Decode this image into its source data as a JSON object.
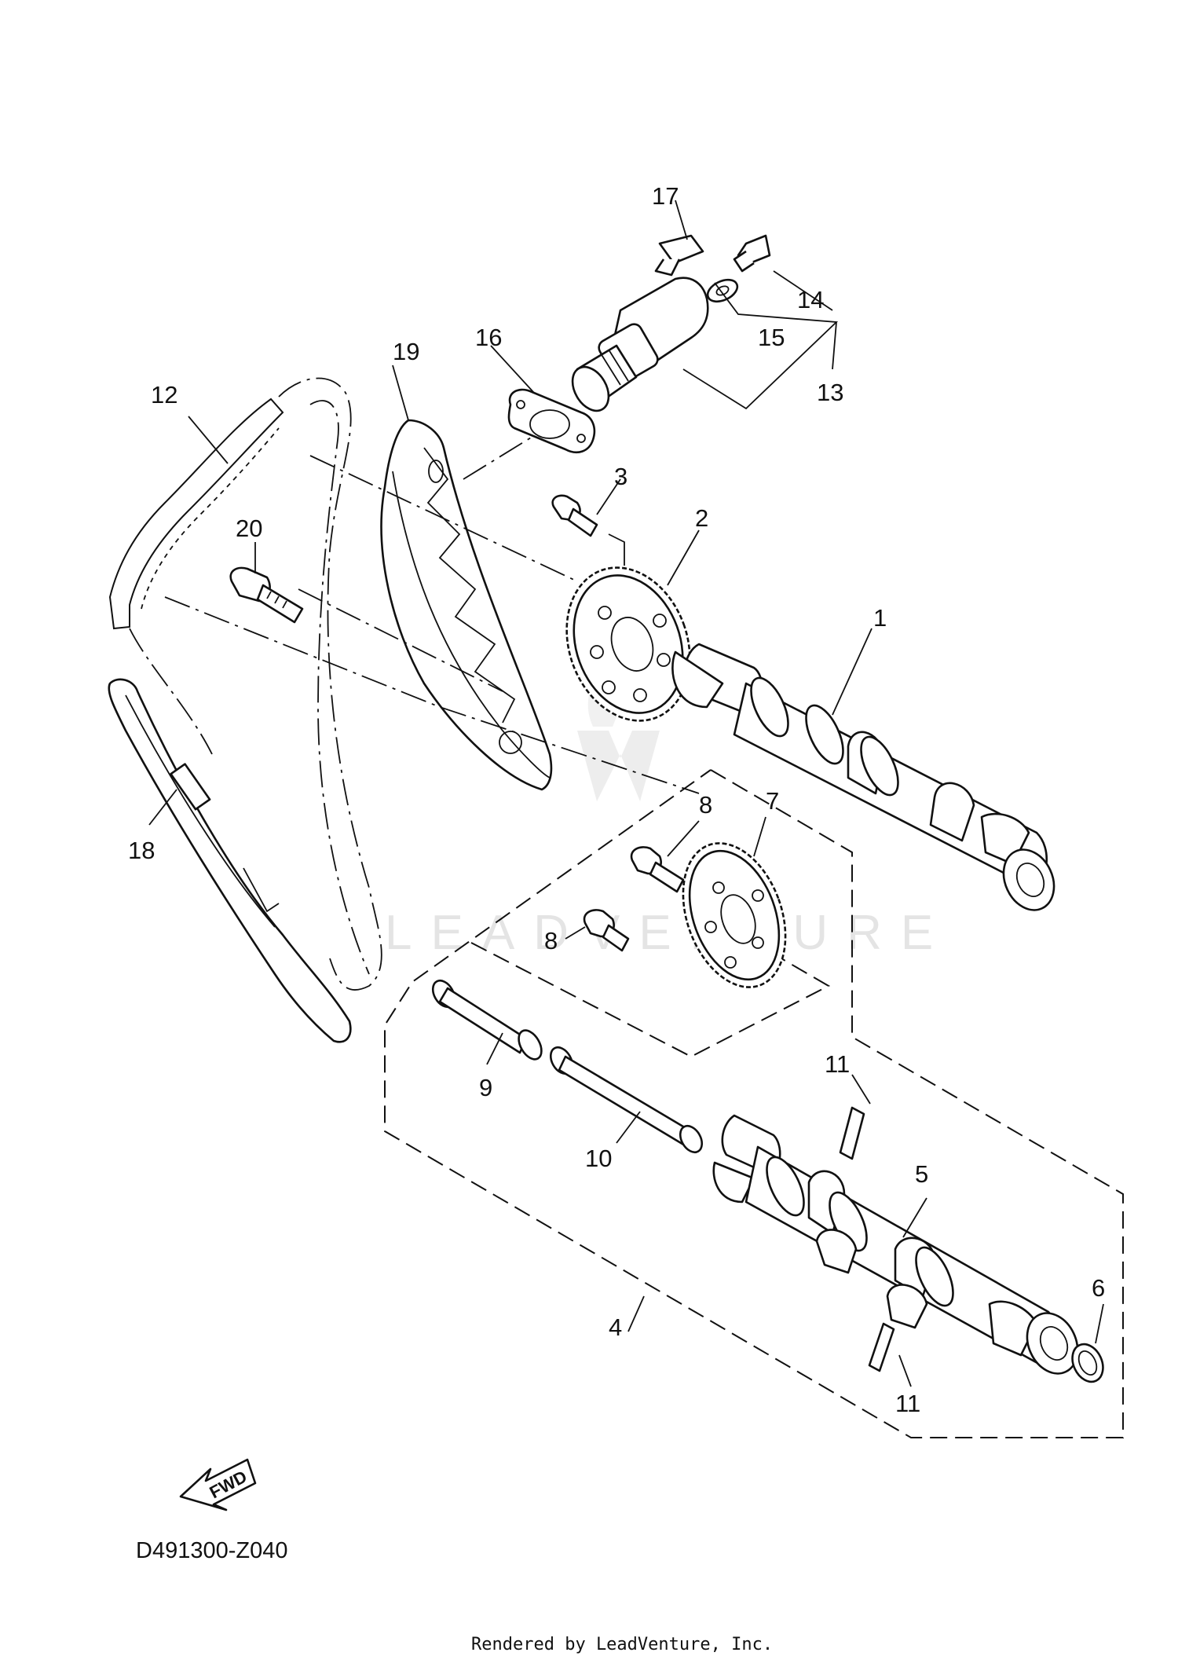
{
  "diagram": {
    "callouts": [
      "1",
      "2",
      "3",
      "4",
      "5",
      "6",
      "7",
      "8",
      "8",
      "9",
      "10",
      "11",
      "11",
      "12",
      "13",
      "14",
      "15",
      "16",
      "17",
      "18",
      "19",
      "20"
    ],
    "code": "D491300-Z040",
    "fwd_label": "FWD",
    "credit": "Rendered by LeadVenture, Inc.",
    "watermark": "LEADVENTURE"
  }
}
